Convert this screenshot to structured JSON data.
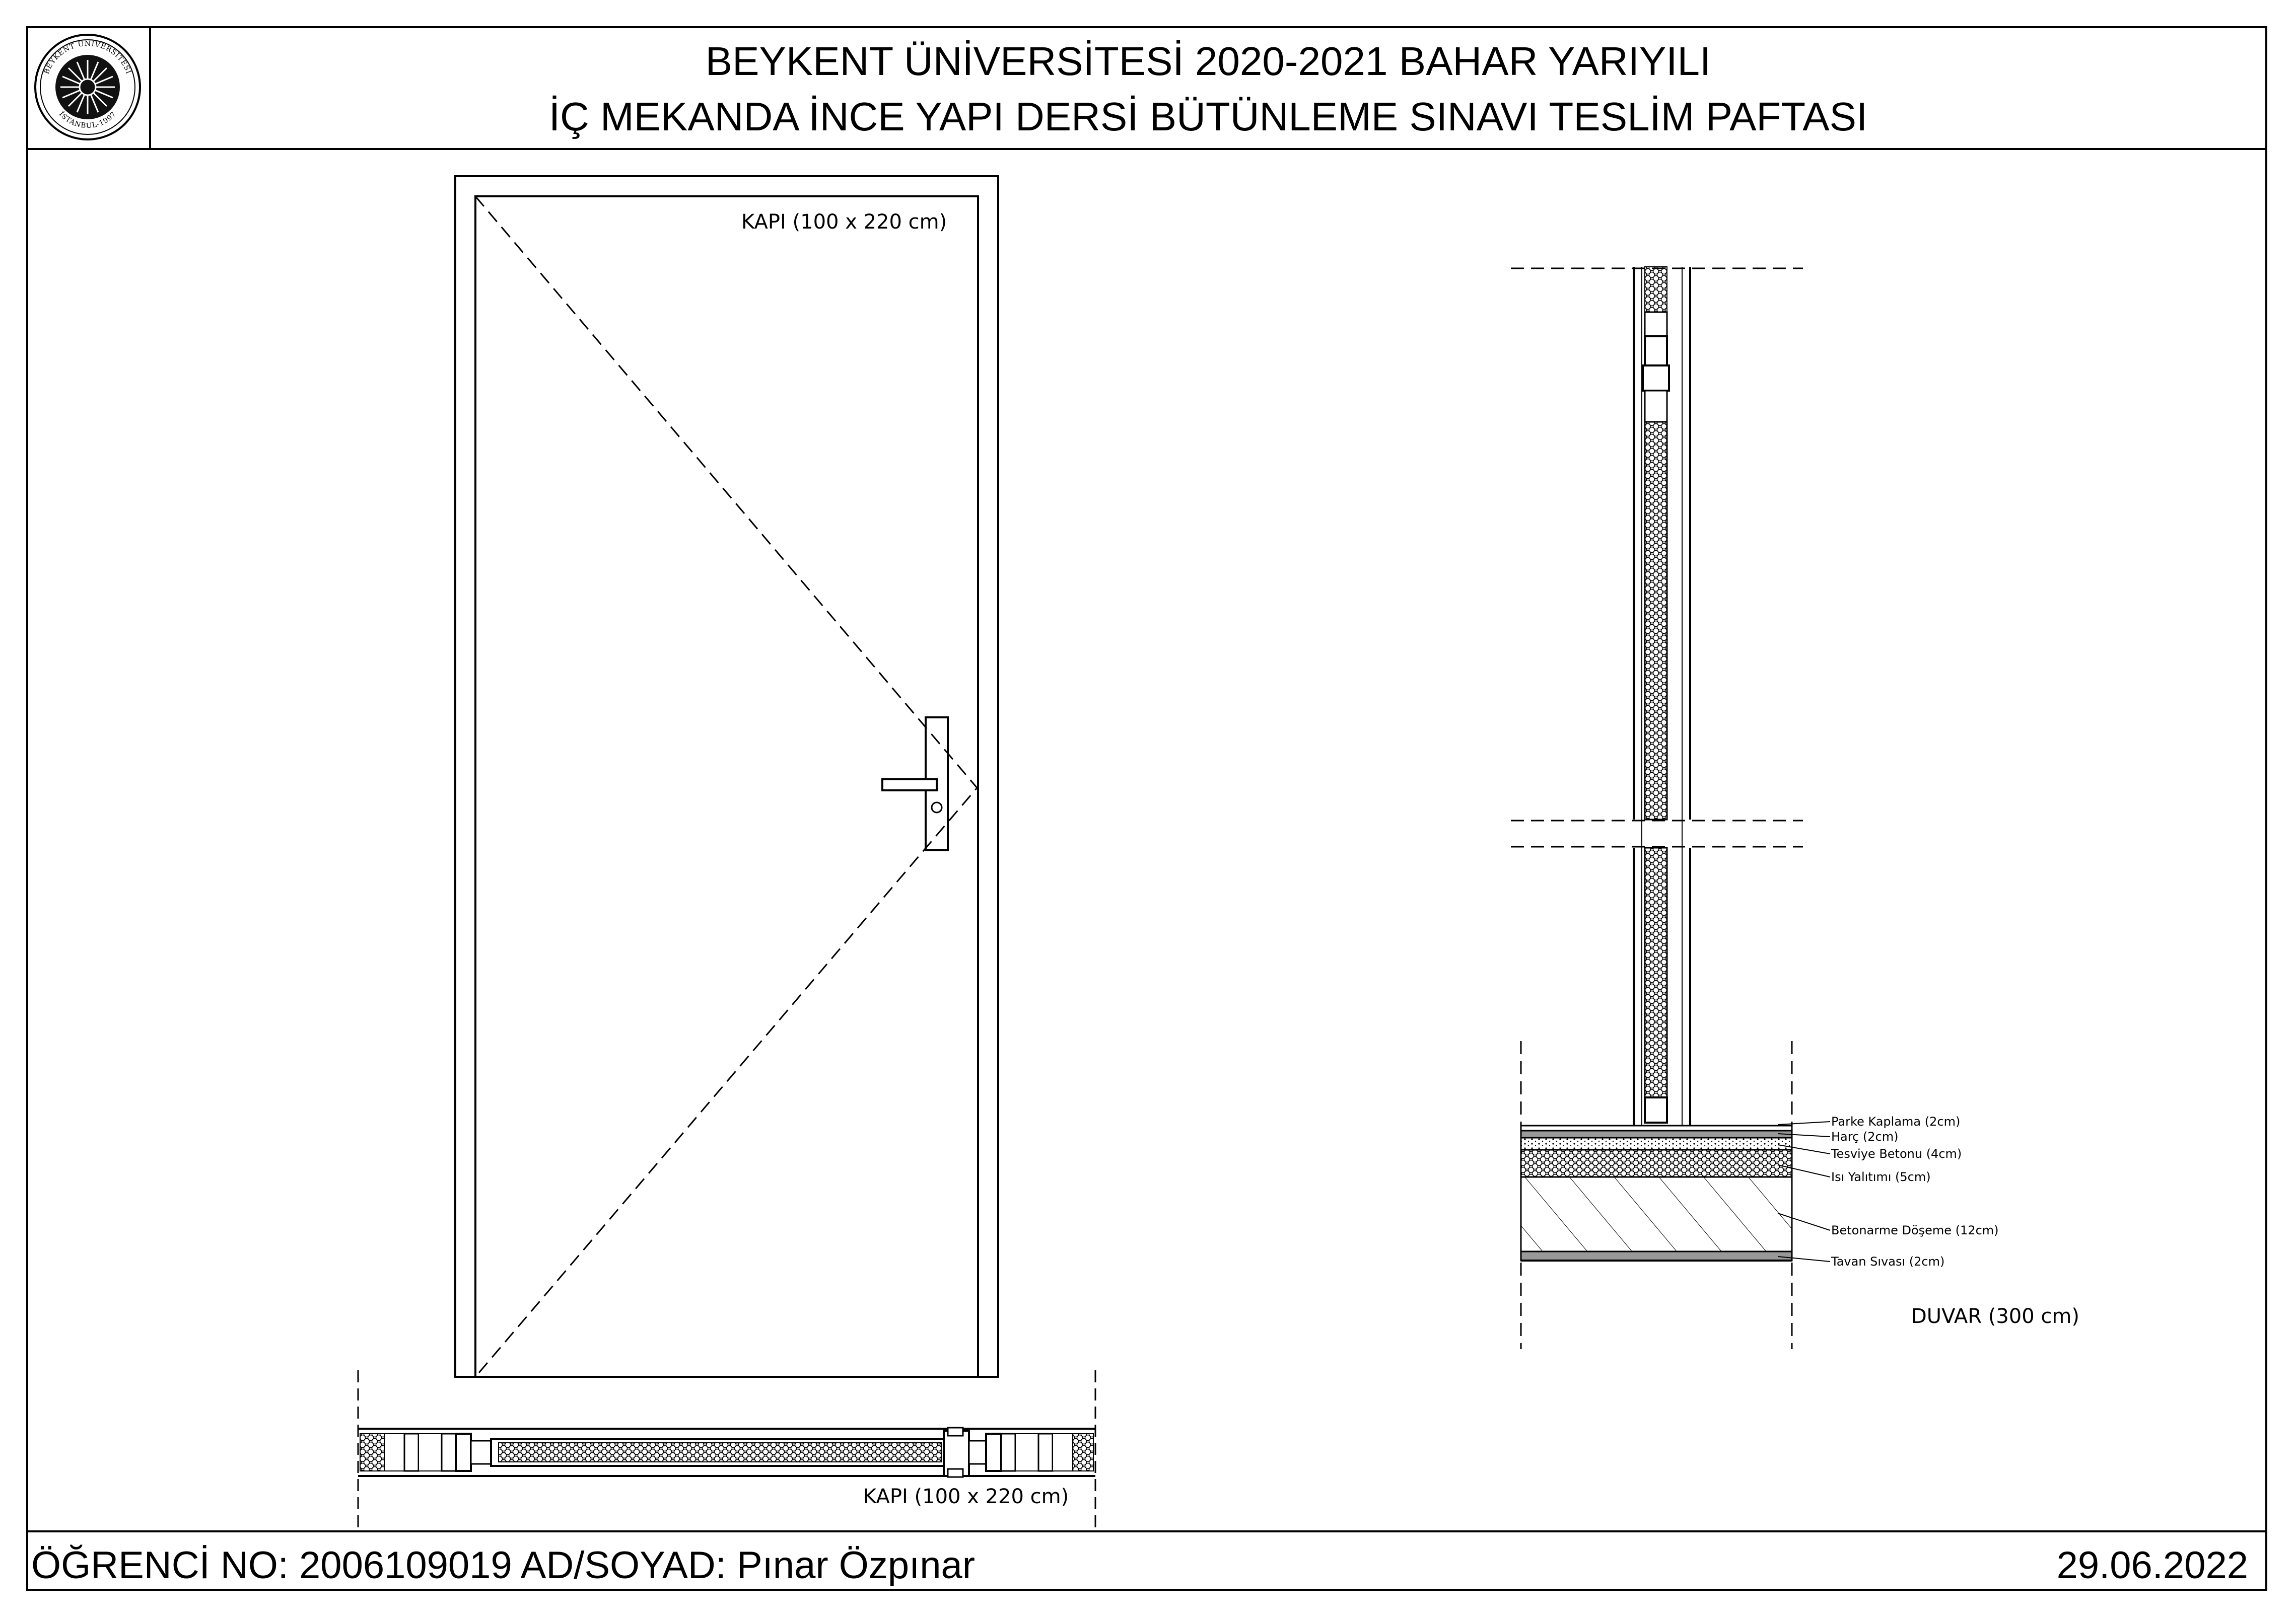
{
  "header": {
    "title_line1": "BEYKENT ÜNİVERSİTESİ 2020-2021 BAHAR YARIYILI",
    "title_line2": "İÇ MEKANDA İNCE YAPI DERSİ BÜTÜNLEME SINAVI TESLİM PAFTASI",
    "logo": {
      "icon": "university-seal-icon",
      "text_top": "BEYKENT ÜNİVERSİTESİ",
      "text_bottom": "İSTANBUL-1997"
    }
  },
  "drawings": {
    "door_elevation_label": "KAPI  (100 x 220 cm)",
    "door_plan_label": "KAPI  (100 x 220 cm)",
    "wall_section_label": "DUVAR  (300 cm)",
    "floor_layers": [
      "Parke Kaplama (2cm)",
      "Harç (2cm)",
      "Tesviye Betonu (4cm)",
      "Isı Yalıtımı (5cm)",
      "Betonarme Döşeme (12cm)",
      "Tavan Sıvası (2cm)"
    ]
  },
  "footer": {
    "student_info": "ÖĞRENCİ NO: 2006109019   AD/SOYAD: Pınar Özpınar",
    "date": "29.06.2022"
  }
}
